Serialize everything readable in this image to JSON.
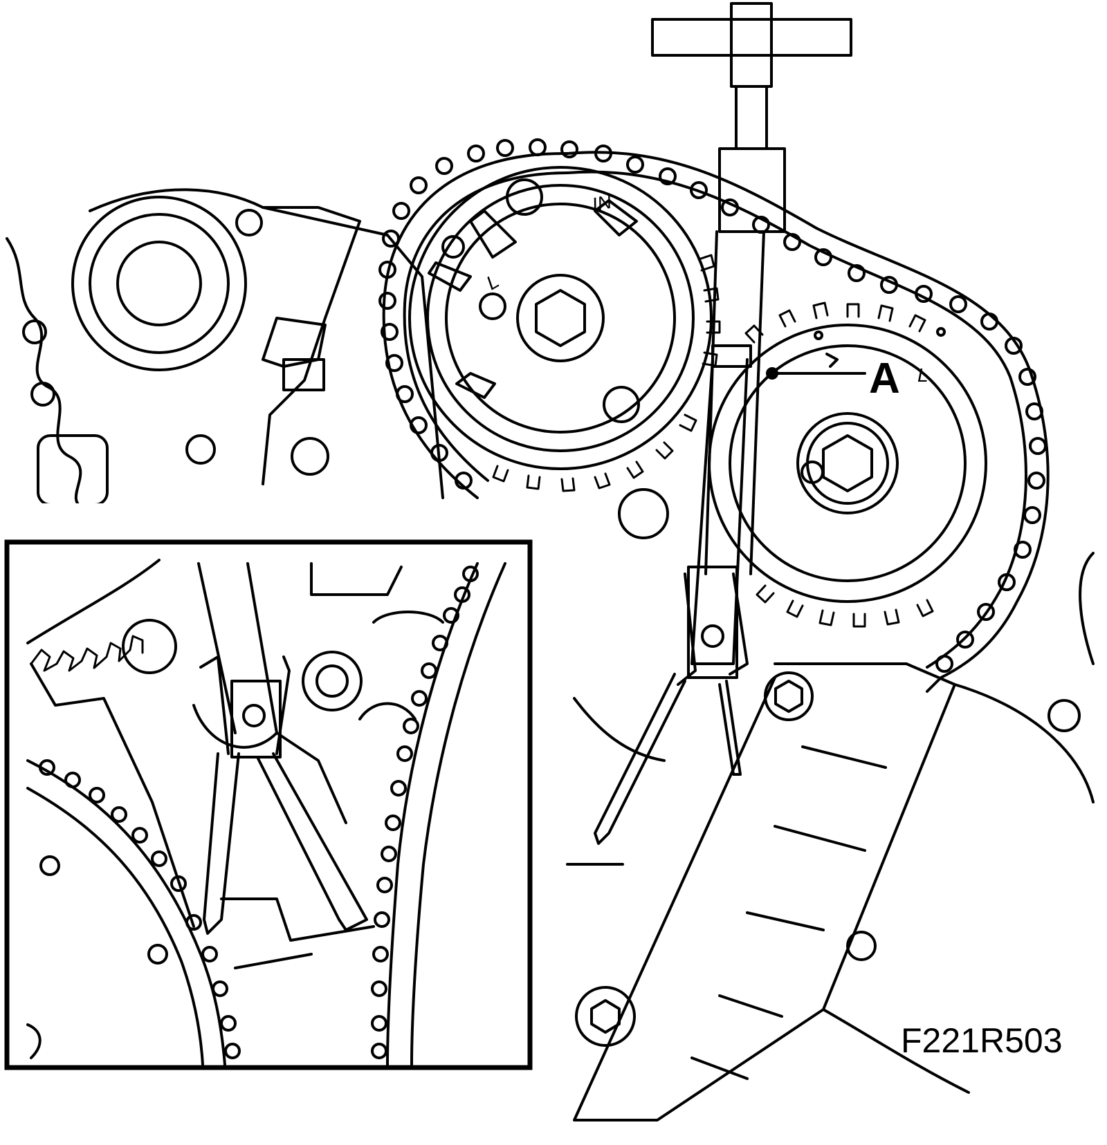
{
  "labels": {
    "callout_a": "A",
    "figure_id": "F221R503",
    "intake_mark": "IN",
    "mark_l_left": "L",
    "mark_l_right": "L"
  },
  "colors": {
    "ink": "#000000",
    "paper": "#ffffff"
  }
}
